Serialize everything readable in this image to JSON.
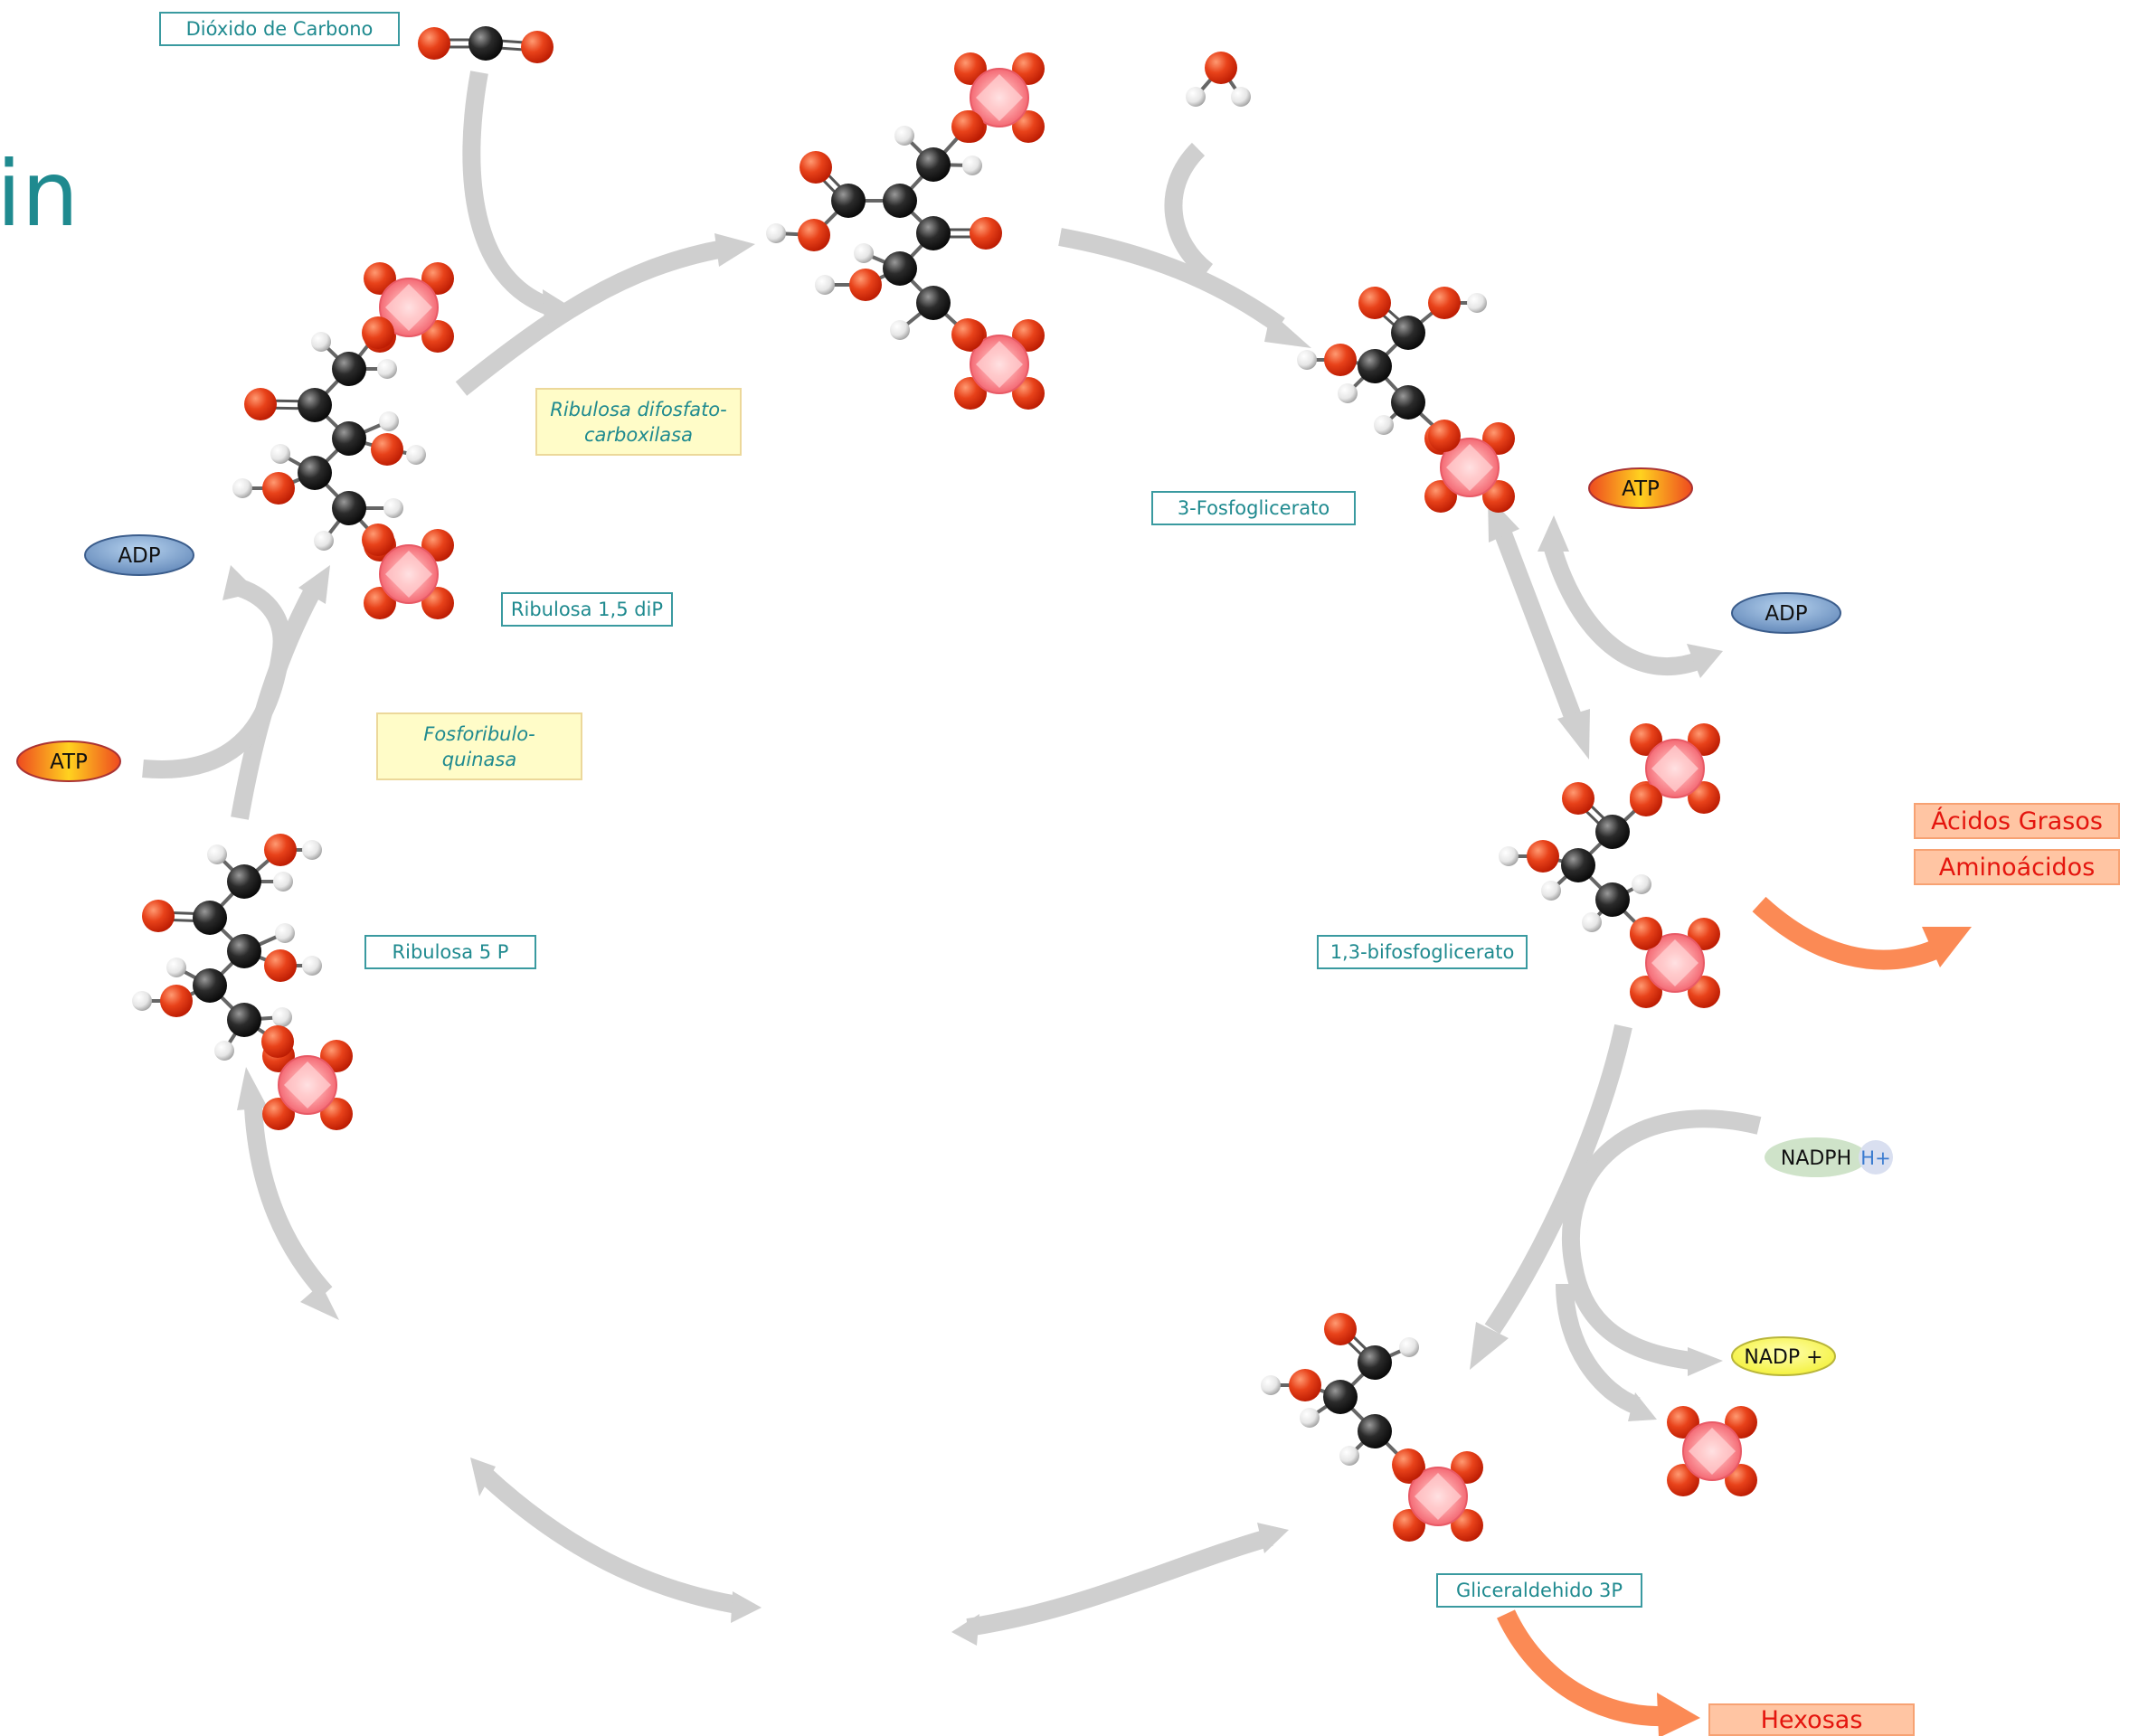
{
  "title_fragment": "in",
  "labels": {
    "co2": "Dióxido de Carbono",
    "ribulosa_diP": "Ribulosa 1,5 diP",
    "ribulosa_5P": "Ribulosa 5 P",
    "fosfoglicerato": "3-Fosfoglicerato",
    "bifosfoglicerato": "1,3-bifosfoglicerato",
    "gliceraldehido": "Gliceraldehido 3P"
  },
  "enzymes": {
    "carboxilasa": [
      "Ribulosa difosfato-",
      "carboxilasa"
    ],
    "quinasa": [
      "Fosforibulo-",
      "quinasa"
    ]
  },
  "cofactors": {
    "atp_left": "ATP",
    "adp_left": "ADP",
    "atp_right": "ATP",
    "adp_right": "ADP",
    "nadph": "NADPH",
    "h_plus": "H+",
    "nadp": "NADP +"
  },
  "products": {
    "acidos": "Ácidos Grasos",
    "aminoacidos": "Aminoácidos",
    "hexosas": "Hexosas"
  },
  "colors": {
    "teal": "#1f8a8f",
    "arrow_grey": "#cfcfcf",
    "arrow_orange": "#fb8a55",
    "oxygen": "#e2401a",
    "carbon": "#262626",
    "hydrogen": "#ececec",
    "phosphate": "#ff8e96"
  }
}
